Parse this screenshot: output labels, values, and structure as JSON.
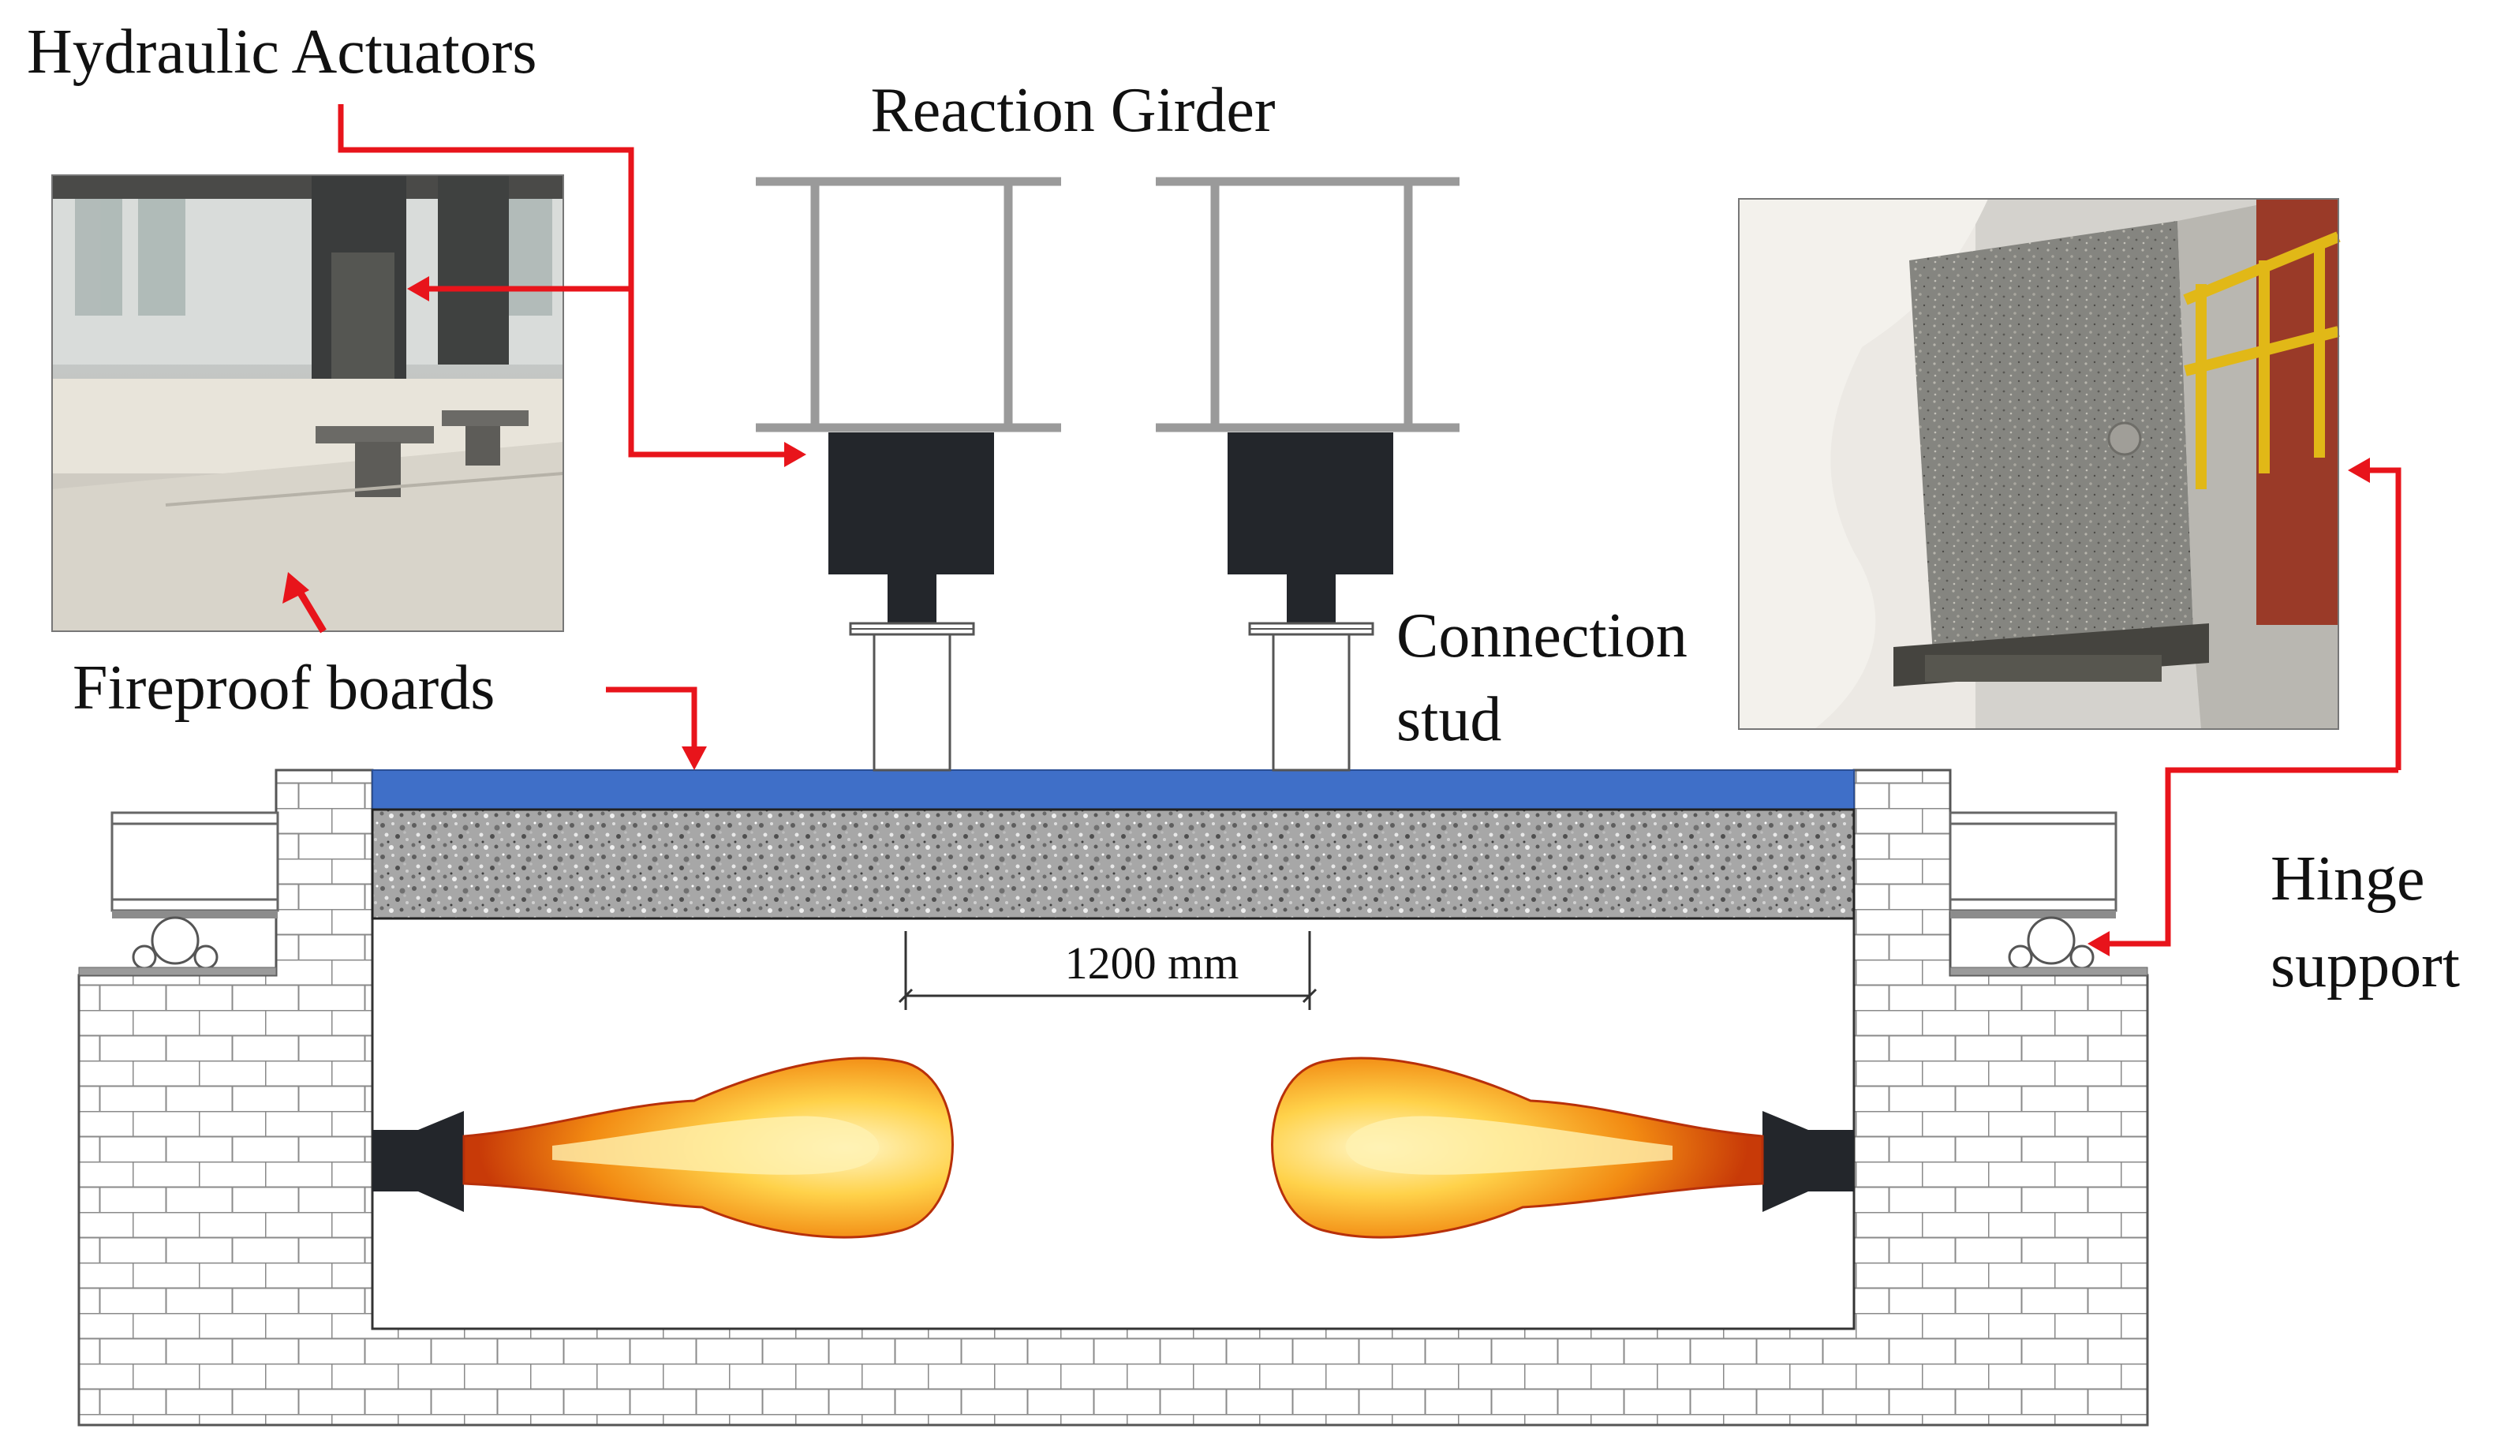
{
  "labels": {
    "hydraulic_actuators": "Hydraulic Actuators",
    "reaction_girder": "Reaction Girder",
    "fireproof_boards": "Fireproof boards",
    "connection_stud_line1": "Connection",
    "connection_stud_line2": "stud",
    "hinge_support_line1": "Hinge",
    "hinge_support_line2": "support",
    "dimension": "1200 mm"
  },
  "colors": {
    "arrow": "#e8141b",
    "board": "#3f6fc8",
    "actuator": "#23262b",
    "girder": "#9a9a9a",
    "brick_line": "#8a8a8a",
    "concrete": "#9c9c9c"
  },
  "icons": [
    "burner-nozzle-icon",
    "flame-icon",
    "roller-icon"
  ]
}
